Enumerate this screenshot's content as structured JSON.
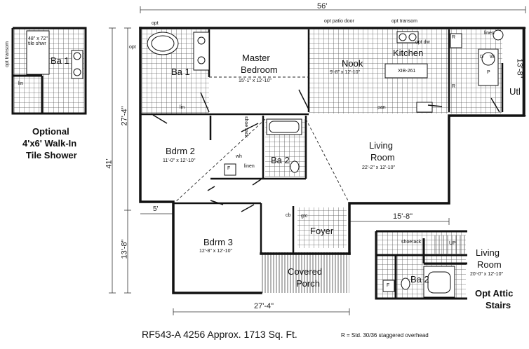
{
  "overall": {
    "width_label": "56'",
    "depth_label": "41'",
    "upper_depth_label": "27'-4\"",
    "lower_depth_label": "13'-8\"",
    "right_depth_label": "13'-8\"",
    "porch_width_label": "27'-4\"",
    "offset_left_label": "5'",
    "offset_right_label": "15'-8\""
  },
  "rooms": {
    "master": {
      "name_line1": "Master",
      "name_line2": "Bedroom",
      "size": "15'-1\" x 12'-10\""
    },
    "nook": {
      "name": "Nook",
      "size": "9'-8\" x 12'-10\""
    },
    "kitchen": {
      "name": "Kitchen"
    },
    "island": {
      "label": "XIB-261"
    },
    "utility": {
      "name": "Utl"
    },
    "bath1": {
      "name": "Ba 1"
    },
    "bath2": {
      "name": "Ba 2"
    },
    "bdrm2": {
      "name": "Bdrm 2",
      "size": "11'-0\" x 12'-10\""
    },
    "bdrm3": {
      "name": "Bdrm 3",
      "size": "12'-8\" x 12'-10\""
    },
    "living": {
      "name_line1": "Living",
      "name_line2": "Room",
      "size": "22'-2\" x 12'-10\""
    },
    "foyer": {
      "name": "Foyer"
    },
    "porch": {
      "name_line1": "Covered",
      "name_line2": "Porch"
    }
  },
  "fixtures": {
    "opt_top_left": "opt",
    "opt_patio_door": "opt patio door",
    "opt_transom": "opt transom",
    "opt_dw": "opt dw",
    "linen_kitchen": "linen",
    "pan": "pan",
    "refrigerator": "R",
    "range": "R",
    "lin": "lin",
    "linen": "linen",
    "shoe_rack": "shoe rack",
    "furnace": "F",
    "water_heater": "P",
    "dryer": "D",
    "washer": "W",
    "opt_side": "opt",
    "wh": "wh",
    "cb": "cb",
    "gtc": "gtc"
  },
  "inset_shower": {
    "opt_transom": "opt transom",
    "shower_label": "48\" x 72\" tile shwr",
    "bath": "Ba 1",
    "lin": "lin",
    "caption_line1": "Optional",
    "caption_line2": "4'x6' Walk-In",
    "caption_line3": "Tile Shower"
  },
  "inset_stairs": {
    "shoe": "shoe",
    "rack": "rack",
    "up_label": "UP",
    "bath": "Ba 2",
    "furnace": "F",
    "living_line1": "Living",
    "living_line2": "Room",
    "living_size": "20'-0\" x 12'-10\"",
    "caption_line1": "Opt Attic",
    "caption_line2": "Stairs"
  },
  "footer": {
    "title": "RF543-A 4256  Approx. 1713 Sq. Ft.",
    "note": "R = Std. 30/36 staggered overhead"
  }
}
